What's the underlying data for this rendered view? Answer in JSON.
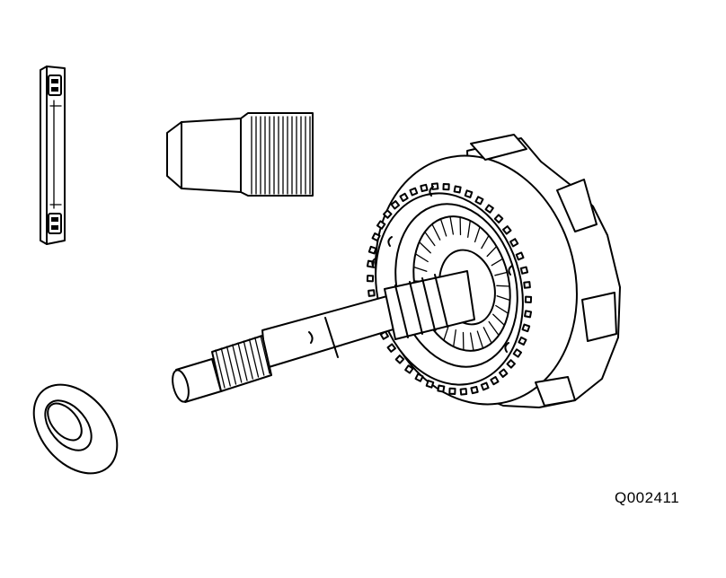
{
  "figure": {
    "code": "Q002411",
    "colors": {
      "line": "#000000",
      "background": "#ffffff"
    },
    "parts": [
      {
        "name": "snap-ring-side-view"
      },
      {
        "name": "shaft-spline-end-detail"
      },
      {
        "name": "input-shaft-with-drum"
      },
      {
        "name": "thrust-washer"
      }
    ]
  }
}
